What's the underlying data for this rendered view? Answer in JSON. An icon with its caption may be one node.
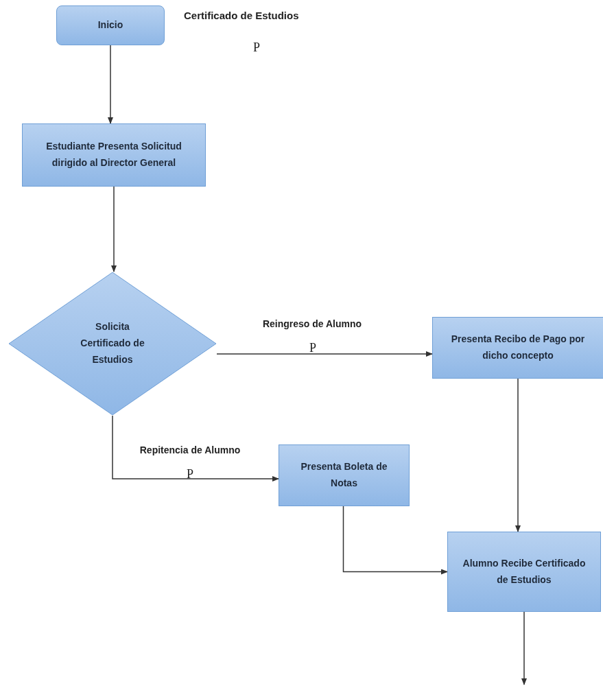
{
  "diagram": {
    "title": "Certificado de Estudios",
    "nodes": [
      {
        "text": [
          "Inicio"
        ]
      },
      {
        "text": [
          "Estudiante Presenta Solicitud dirigido al Director General"
        ]
      },
      {
        "text": [
          "Solicita Certificado de Estudios"
        ]
      },
      {
        "text": [
          "Presenta Recibo de Pago por dicho concepto"
        ]
      },
      {
        "text": [
          "Presenta Boleta de Notas"
        ]
      },
      {
        "text": [
          "Alumno Recibe Certificado de Estudios"
        ]
      }
    ],
    "edges": [
      {
        "from": 0,
        "to": 1,
        "arrow": "to"
      },
      {
        "from": 1,
        "to": 2,
        "arrow": "to"
      },
      {
        "from": 2,
        "to": 3,
        "arrow": "to",
        "label": "Reingreso de Alumno"
      },
      {
        "from": 2,
        "to": 4,
        "arrow": "to",
        "label": "Repitencia de Alumno"
      },
      {
        "from": 3,
        "to": 5,
        "arrow": "to"
      },
      {
        "from": 4,
        "to": 5,
        "arrow": "to"
      },
      {
        "from": 5,
        "to": null,
        "arrow": "to"
      }
    ],
    "labels": [
      "P",
      "P",
      "P"
    ]
  }
}
